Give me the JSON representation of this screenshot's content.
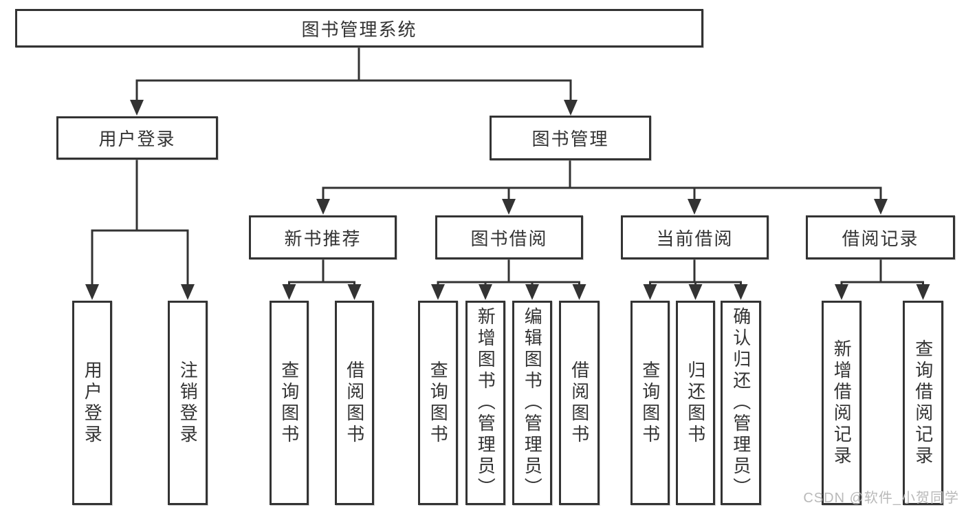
{
  "diagram": {
    "title": "图书管理系统",
    "tree": {
      "root": {
        "label": "图书管理系统"
      },
      "user_login": {
        "label": "用户登录",
        "children": [
          {
            "label": "用户登录"
          },
          {
            "label": "注销登录"
          }
        ]
      },
      "book_manage": {
        "label": "图书管理",
        "children": [
          {
            "label": "新书推荐",
            "children": [
              {
                "label": "查询图书"
              },
              {
                "label": "借阅图书"
              }
            ]
          },
          {
            "label": "图书借阅",
            "children": [
              {
                "label": "查询图书"
              },
              {
                "label": "新增图书（管理员）"
              },
              {
                "label": "编辑图书（管理员）"
              },
              {
                "label": "借阅图书"
              }
            ]
          },
          {
            "label": "当前借阅",
            "children": [
              {
                "label": "查询图书"
              },
              {
                "label": "归还图书"
              },
              {
                "label": "确认归还（管理员）"
              }
            ]
          },
          {
            "label": "借阅记录",
            "children": [
              {
                "label": "新增借阅记录"
              },
              {
                "label": "查询借阅记录"
              }
            ]
          }
        ]
      }
    },
    "colors": {
      "line": "#333333",
      "text": "#333333",
      "background": "#ffffff",
      "watermark": "#b9b9b9"
    }
  },
  "watermark": {
    "text": "CSDN @软件_小贺同学"
  }
}
